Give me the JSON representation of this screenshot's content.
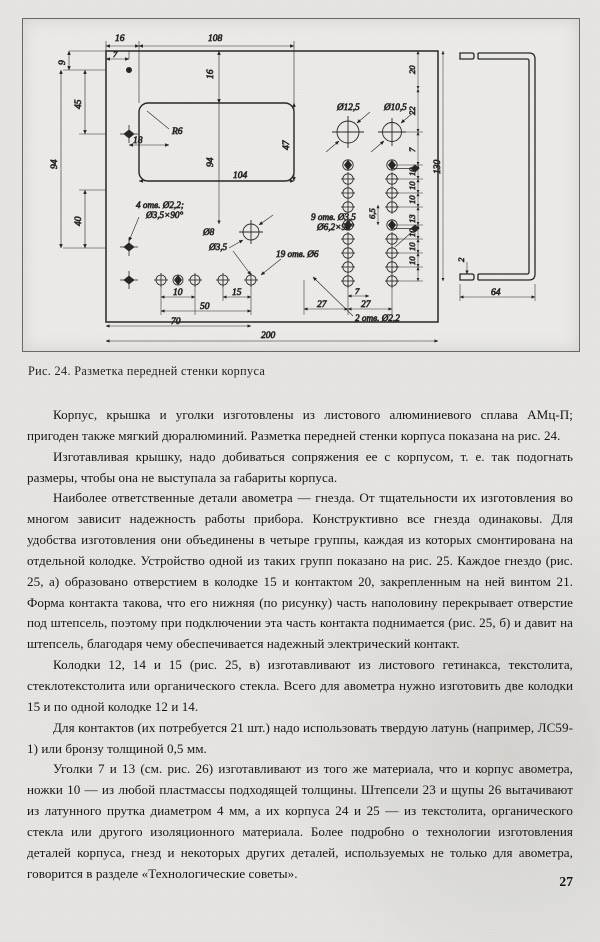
{
  "page": {
    "number": "27",
    "language": "ru"
  },
  "figure": {
    "caption": "Рис. 24. Разметка передней стенки корпуса",
    "type": "engineering-drawing",
    "subject": "Разметка передней стенки корпуса авометра",
    "views": [
      "front-panel-layout",
      "side-profile-section"
    ],
    "dimensions": {
      "top_chain": [
        "16",
        "108"
      ],
      "top_small": "7",
      "left_chain": [
        "9",
        "45",
        "40"
      ],
      "left_overall": "94",
      "cutout": {
        "width": "104",
        "height": "47",
        "offset_top": "16",
        "radius": "R6",
        "marker": "94"
      },
      "left_offset": "18",
      "bottom_chain": [
        "10",
        "15"
      ],
      "bottom_50": "50",
      "bottom_70": "70",
      "bottom_overall": "200",
      "bottom_right": [
        "27",
        "27",
        "7"
      ],
      "right_chain": [
        "20",
        "22",
        "7",
        "10",
        "10",
        "10",
        "13",
        "10",
        "10",
        "10"
      ],
      "right_overall": "130",
      "right_small": "6,5",
      "profile_thickness": "2",
      "profile_depth": "64"
    },
    "hole_notes": [
      {
        "id": "note-4-holes",
        "text_line1": "4 отв. Ø2,2;",
        "text_line2": "Ø3,5×90°"
      },
      {
        "id": "note-dia-8",
        "text_line1": "Ø8",
        "text_line2": ""
      },
      {
        "id": "note-dia-35",
        "text_line1": "Ø3,5",
        "text_line2": ""
      },
      {
        "id": "note-19-holes",
        "text_line1": "19 отв. Ø6",
        "text_line2": ""
      },
      {
        "id": "note-9-holes",
        "text_line1": "9 отв. Ø3,5",
        "text_line2": "Ø6,2×90°"
      },
      {
        "id": "note-dia-125",
        "text_line1": "Ø12,5",
        "text_line2": ""
      },
      {
        "id": "note-dia-105",
        "text_line1": "Ø10,5",
        "text_line2": ""
      },
      {
        "id": "note-2-holes",
        "text_line1": "2 отв. Ø2,2",
        "text_line2": ""
      }
    ]
  },
  "body": {
    "paragraphs": [
      "Корпус, крышка и уголки изготовлены из листового алюминиевого сплава АМц-П; пригоден также мягкий дюралюминий. Разметка передней стенки корпуса показана на рис. 24.",
      "Изготавливая крышку, надо добиваться сопряжения ее с корпусом, т. е. так подогнать размеры, чтобы она не выступала за габариты корпуса.",
      "Наиболее ответственные детали авометра — гнезда. От тщательности их изготовления во многом зависит надежность работы прибора. Конструктивно все гнезда одинаковы. Для удобства изготовления они объединены в четыре группы, каждая из которых смонтирована на отдельной колодке. Устройство одной из таких групп показано на рис. 25. Каждое гнездо (рис. 25, а) образовано отверстием в колодке 15 и контактом 20, закрепленным на ней винтом 21. Форма контакта такова, что его нижняя (по рисунку) часть наполовину перекрывает отверстие под штепсель, поэтому при подключении эта часть контакта поднимается (рис. 25, б) и давит на штепсель, благодаря чему обеспечивается надежный электрический контакт.",
      "Колодки 12, 14 и 15 (рис. 25, в) изготавливают из листового гетинакса, текстолита, стеклотекстолита или органического стекла. Всего для авометра нужно изготовить две колодки 15 и по одной колодке 12 и 14.",
      "Для контактов (их потребуется 21 шт.) надо использовать твердую латунь (например, ЛС59-1) или бронзу толщиной 0,5 мм.",
      "Уголки 7 и 13 (см. рис. 26) изготавливают из того же материала, что и корпус авометра, ножки 10 — из любой пластмассы подходящей толщины. Штепсели 23 и щупы 26 вытачивают из латунного прутка диаметром 4 мм, а их корпуса 24 и 25 — из текстолита, органического стекла или другого изоляционного материала. Более подробно о технологии изготовления деталей корпуса, гнезд и некоторых других деталей, используемых не только для авометра, говорится в разделе «Технологические советы»."
    ]
  }
}
